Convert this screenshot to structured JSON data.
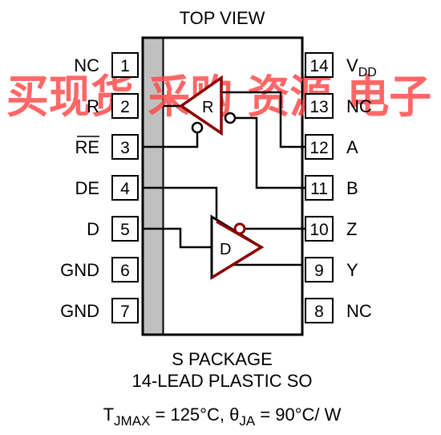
{
  "title": "TOP VIEW",
  "watermark": "买现货 采购 资源 电子",
  "left_pins": [
    {
      "num": "1",
      "label": "NC"
    },
    {
      "num": "2",
      "label": "R"
    },
    {
      "num": "3",
      "label": "RE"
    },
    {
      "num": "4",
      "label": "DE"
    },
    {
      "num": "5",
      "label": "D"
    },
    {
      "num": "6",
      "label": "GND"
    },
    {
      "num": "7",
      "label": "GND"
    }
  ],
  "right_pins": [
    {
      "num": "14",
      "label": "V",
      "label_sub": "DD"
    },
    {
      "num": "13",
      "label": "NC"
    },
    {
      "num": "12",
      "label": "A"
    },
    {
      "num": "11",
      "label": "B"
    },
    {
      "num": "10",
      "label": "Z"
    },
    {
      "num": "9",
      "label": "Y"
    },
    {
      "num": "8",
      "label": "NC"
    }
  ],
  "receiver_label": "R",
  "driver_label": "D",
  "package_line1": "S PACKAGE",
  "package_line2": "14-LEAD PLASTIC SO",
  "thermal": {
    "t": "T",
    "t_sub": "JMAX",
    "t_val": " = 125°C, ",
    "theta": "θ",
    "theta_sub": "JA",
    "theta_val": " = 90°C/ W"
  },
  "colors": {
    "watermark": "#ff4d4d",
    "stripe": "#c0c0c0",
    "gate": "#8b0000"
  }
}
